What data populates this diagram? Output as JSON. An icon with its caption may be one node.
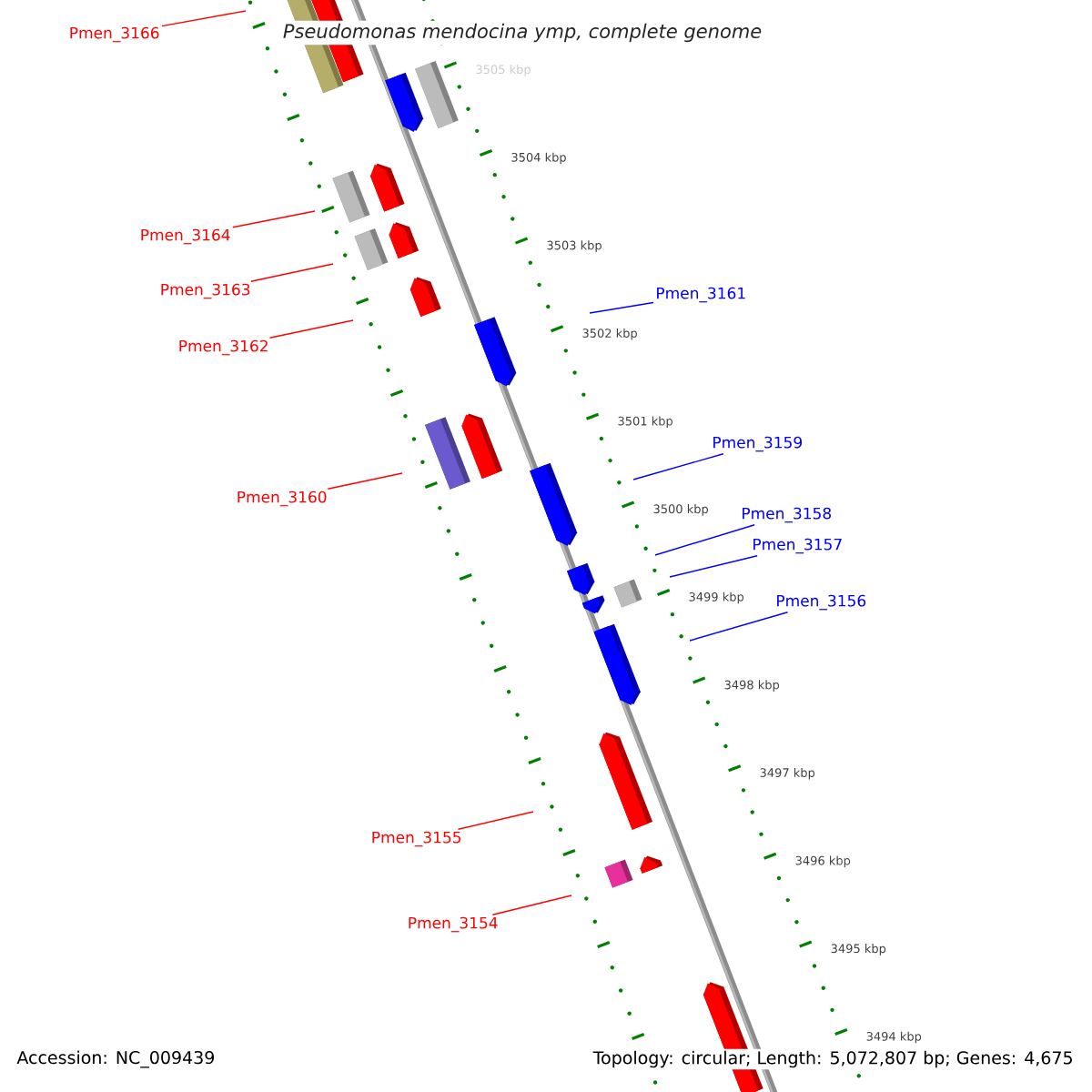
{
  "diagram": {
    "title": "Pseudomonas mendocina ymp, complete genome",
    "nodes": [
      {
        "text": [
          "Pmen_3166"
        ]
      },
      {
        "text": [
          "Pmen_3164"
        ]
      },
      {
        "text": [
          "Pmen_3163"
        ]
      },
      {
        "text": [
          "Pmen_3162"
        ]
      },
      {
        "text": [
          "Pmen_3161"
        ]
      },
      {
        "text": [
          "Pmen_3160"
        ]
      },
      {
        "text": [
          "Pmen_3159"
        ]
      },
      {
        "text": [
          "Pmen_3158"
        ]
      },
      {
        "text": [
          "Pmen_3157"
        ]
      },
      {
        "text": [
          "Pmen_3156"
        ]
      },
      {
        "text": [
          "Pmen_3155"
        ]
      },
      {
        "text": [
          "Pmen_3154"
        ]
      }
    ],
    "edges": [
      {
        "from": 0,
        "to": null,
        "arrow": "none",
        "color": "#ff0000"
      },
      {
        "from": 1,
        "to": null,
        "arrow": "none",
        "color": "#ff0000"
      },
      {
        "from": 2,
        "to": null,
        "arrow": "none",
        "color": "#ff0000"
      },
      {
        "from": 3,
        "to": null,
        "arrow": "none",
        "color": "#ff0000"
      },
      {
        "from": 4,
        "to": null,
        "arrow": "none",
        "color": "#0000ff"
      },
      {
        "from": 5,
        "to": null,
        "arrow": "none",
        "color": "#ff0000"
      },
      {
        "from": 6,
        "to": null,
        "arrow": "none",
        "color": "#0000ff"
      },
      {
        "from": 7,
        "to": null,
        "arrow": "none",
        "color": "#0000ff"
      },
      {
        "from": 8,
        "to": null,
        "arrow": "none",
        "color": "#0000ff"
      },
      {
        "from": 9,
        "to": null,
        "arrow": "none",
        "color": "#0000ff"
      },
      {
        "from": 10,
        "to": null,
        "arrow": "none",
        "color": "#ff0000"
      },
      {
        "from": 11,
        "to": null,
        "arrow": "none",
        "color": "#ff0000"
      }
    ],
    "labels": [
      "3505 kbp",
      "3504 kbp",
      "3503 kbp",
      "3502 kbp",
      "3501 kbp",
      "3500 kbp",
      "3499 kbp",
      "3498 kbp",
      "3497 kbp",
      "3496 kbp",
      "3495 kbp",
      "3494 kbp",
      "Accession: NC_009439",
      "Topology: circular; Length: 5,072,807 bp; Genes: 4,675"
    ]
  }
}
